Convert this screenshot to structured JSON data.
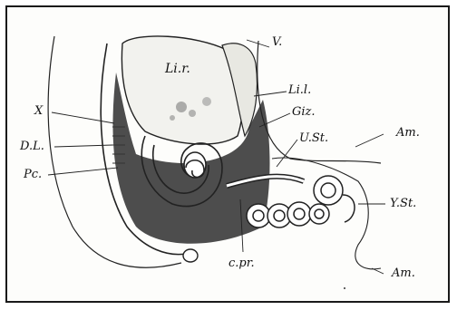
{
  "labels": {
    "v": "V.",
    "lir": "Li.r.",
    "lil": "Li.l.",
    "giz": "Giz.",
    "ust": "U.St.",
    "am_top": "Am.",
    "x": "X",
    "dl": "D.L.",
    "pc": "Pc.",
    "yst": "Y.St.",
    "cpr": "c.pr.",
    "am_bottom": "Am."
  }
}
